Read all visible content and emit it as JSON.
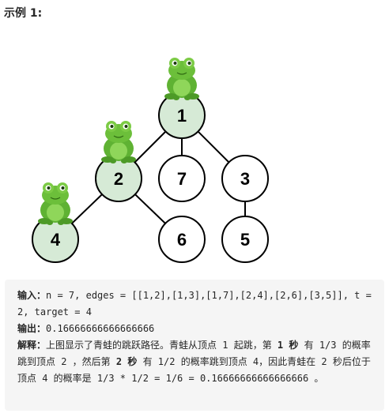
{
  "example": {
    "title": "示例 1:"
  },
  "graph": {
    "nodes": [
      {
        "id": "1",
        "label": "1",
        "visited": true,
        "frog": true
      },
      {
        "id": "2",
        "label": "2",
        "visited": true,
        "frog": true
      },
      {
        "id": "7",
        "label": "7",
        "visited": false,
        "frog": false
      },
      {
        "id": "3",
        "label": "3",
        "visited": false,
        "frog": false
      },
      {
        "id": "4",
        "label": "4",
        "visited": true,
        "frog": true
      },
      {
        "id": "6",
        "label": "6",
        "visited": false,
        "frog": false
      },
      {
        "id": "5",
        "label": "5",
        "visited": false,
        "frog": false
      }
    ],
    "edges": [
      [
        "1",
        "2"
      ],
      [
        "1",
        "7"
      ],
      [
        "1",
        "3"
      ],
      [
        "2",
        "4"
      ],
      [
        "2",
        "6"
      ],
      [
        "3",
        "5"
      ]
    ],
    "colors": {
      "visited_fill": "#d6ead6",
      "unvisited_fill": "#ffffff",
      "stroke": "#000000",
      "frog": "#6cbf3a"
    }
  },
  "explanation": {
    "input_label": "输入：",
    "input_text": "n = 7, edges = [[1,2],[1,3],[1,7],[2,4],[2,6],[3,5]], t = 2, target = 4",
    "output_label": "输出：",
    "output_text": "0.16666666666666666",
    "explain_label": "解释：",
    "explain_p1": "上图显示了青蛙的跳跃路径。青蛙从顶点 1 起跳，第 ",
    "explain_b1": "1 秒",
    "explain_p2": " 有 1/3 的概率跳到顶点 2 ，然后第 ",
    "explain_b2": "2 秒",
    "explain_p3": " 有 1/2 的概率跳到顶点 4，因此青蛙在 2 秒后位于顶点 4 的概率是 1/3 * 1/2 = 1/6 = 0.16666666666666666 。"
  }
}
